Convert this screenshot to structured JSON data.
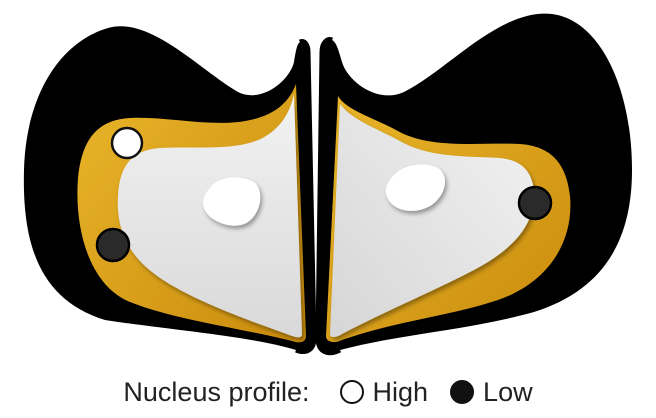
{
  "legend": {
    "title": "Nucleus profile:",
    "items": [
      {
        "label": "High",
        "fill": "#ffffff"
      },
      {
        "label": "Low",
        "fill": "#111111"
      }
    ]
  },
  "colors": {
    "outer": "#000000",
    "middle": "#e0a516",
    "inner": "#e6e6e6",
    "cavity": "#ffffff"
  }
}
